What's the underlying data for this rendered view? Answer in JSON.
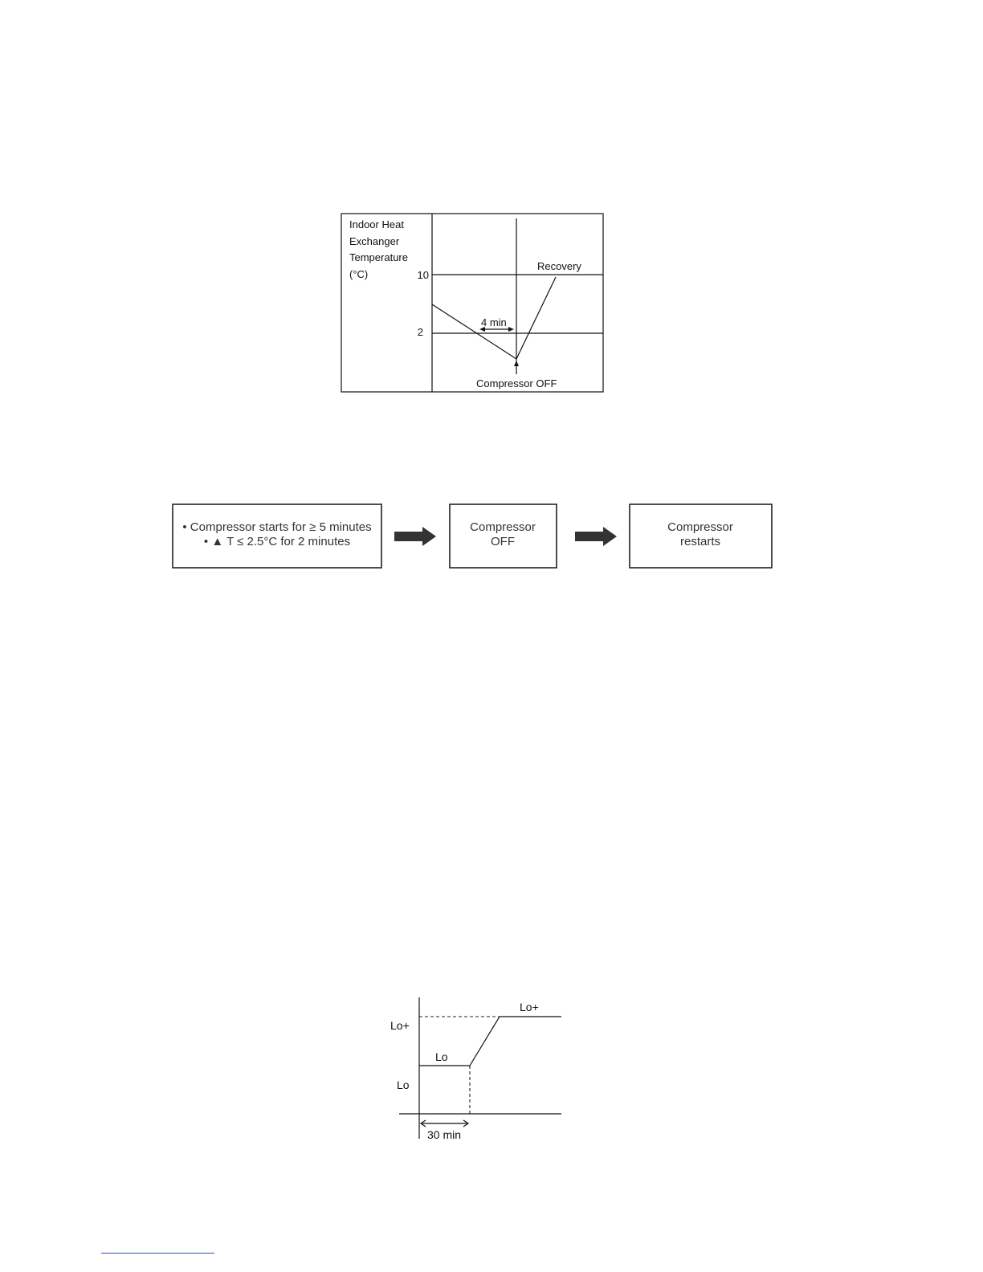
{
  "diagram1": {
    "y_axis_label": [
      "Indoor Heat",
      "Exchanger",
      "Temperature",
      "(°C)"
    ],
    "ticks": [
      {
        "label": "10",
        "value": 10
      },
      {
        "label": "2",
        "value": 2
      }
    ],
    "labels": {
      "recovery": "Recovery",
      "interval": "4 min",
      "event": "Compressor OFF"
    }
  },
  "flow": {
    "box1": {
      "line1": "• Compressor starts for ≥ 5 minutes",
      "line2": "• ▲ T ≤ 2.5°C for 2 minutes"
    },
    "box2": {
      "line1": "Compressor",
      "line2": "OFF"
    },
    "box3": {
      "line1": "Compressor",
      "line2": "restarts"
    }
  },
  "diagram2": {
    "levels": {
      "high": "Lo+",
      "low": "Lo"
    },
    "step_labels": {
      "low": "Lo",
      "high": "Lo+"
    },
    "interval": "30 min"
  }
}
